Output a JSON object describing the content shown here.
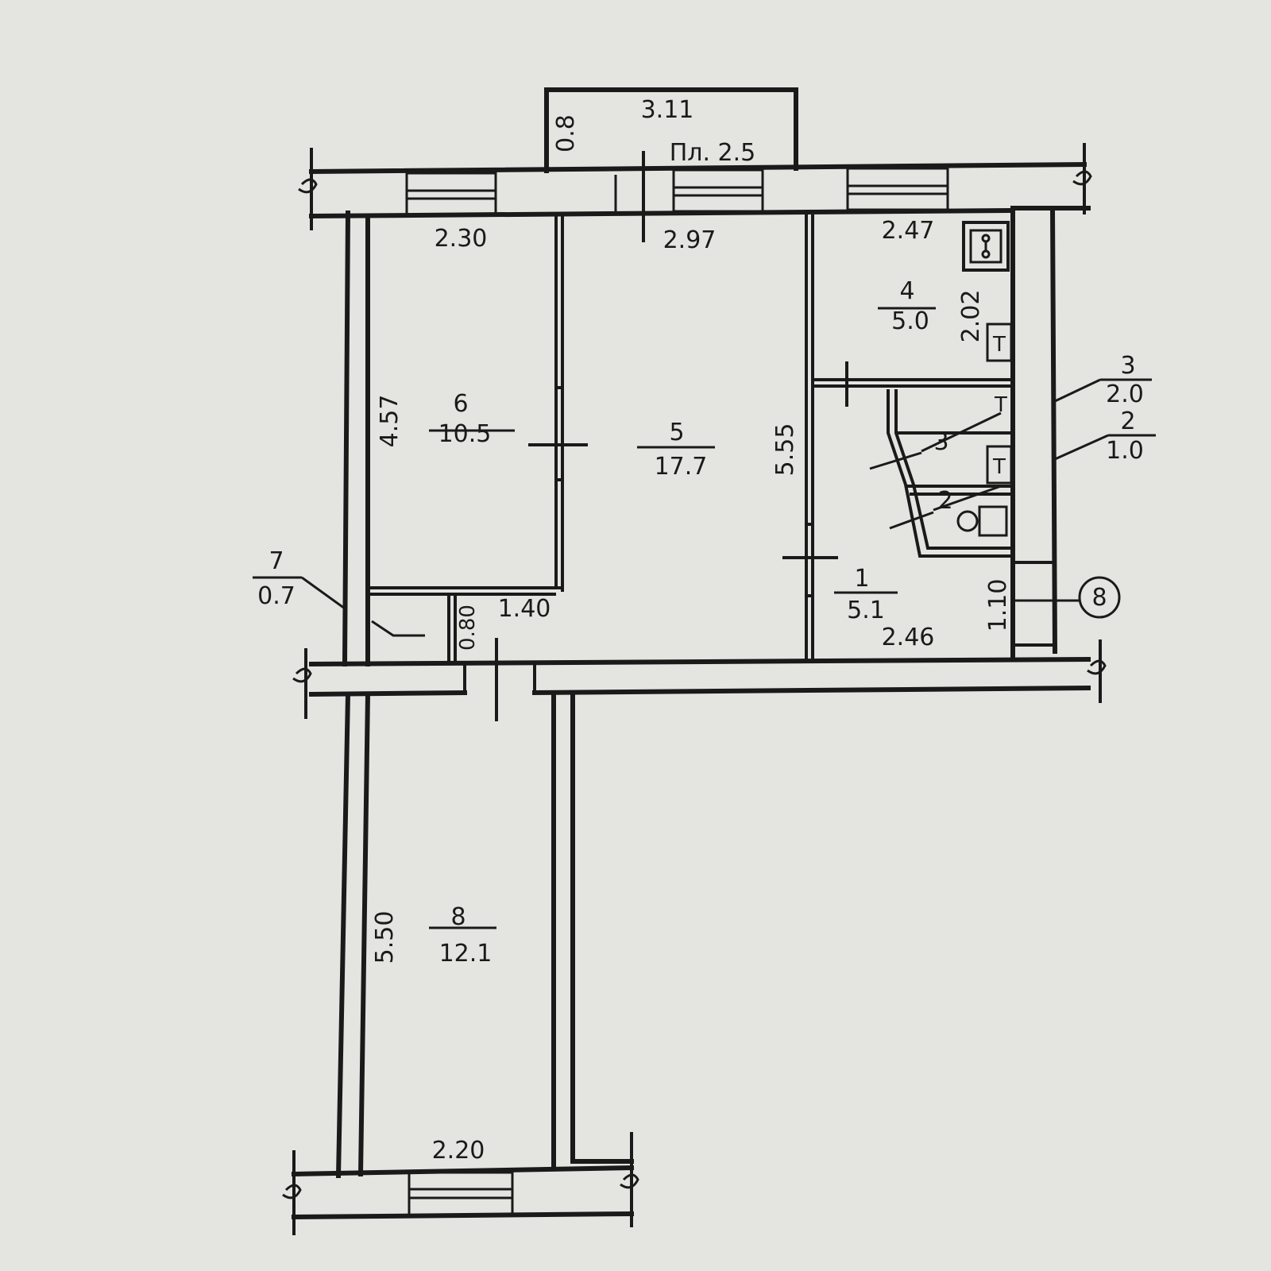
{
  "balcony": {
    "width": "3.11",
    "depth": "0.8",
    "area": "Пл. 2.5"
  },
  "rooms": [
    {
      "id": "6",
      "area": "10.5"
    },
    {
      "id": "5",
      "area": "17.7"
    },
    {
      "id": "4",
      "area": "5.0"
    },
    {
      "id": "3",
      "area": "2.0"
    },
    {
      "id": "2",
      "area": "1.0"
    },
    {
      "id": "1",
      "area": "5.1"
    },
    {
      "id": "7",
      "area": "0.7"
    },
    {
      "id": "8",
      "area": "12.1"
    }
  ],
  "dimensions": {
    "room6_width": "2.30",
    "room6_length": "4.57",
    "room5_width": "2.97",
    "room5_length": "5.55",
    "room4_width": "2.47",
    "room4_length": "2.02",
    "room1_width": "2.46",
    "room1_length": "1.10",
    "closet_width": "1.40",
    "closet_depth": "0.80",
    "room8_width": "2.20",
    "room8_length": "5.50"
  },
  "small_labels": {
    "bath": "3",
    "wc": "2"
  },
  "fixture_marker": "Т",
  "callout": "8"
}
